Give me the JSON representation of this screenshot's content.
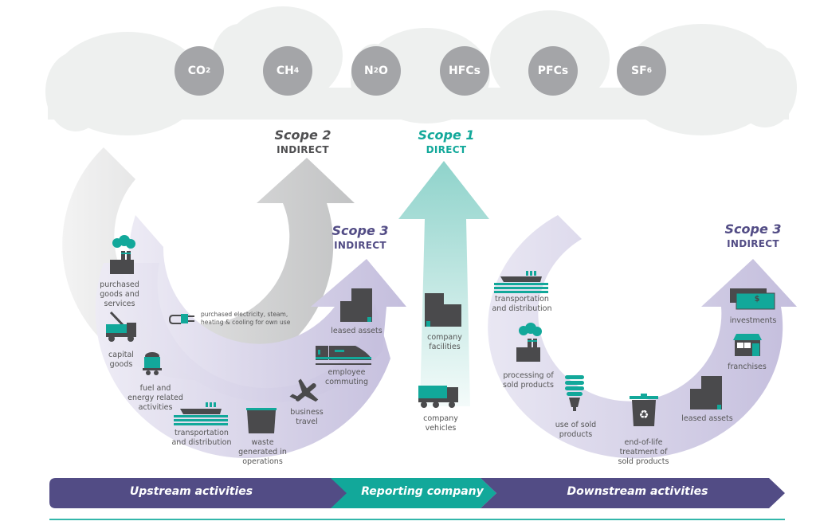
{
  "colors": {
    "cloud": "#eef0ef",
    "gas_circle": "#a4a5a8",
    "scope2_arrow": "#c8c9ca",
    "scope1_arrow": "#9fd8d2",
    "scope3_arrow": "#d4d0e6",
    "teal": "#12a89a",
    "purple": "#524c85",
    "icon_dark": "#4a4a4c",
    "label_text": "#555555"
  },
  "gases": [
    {
      "base": "CO",
      "sub": "2"
    },
    {
      "base": "CH",
      "sub": "4"
    },
    {
      "base": "N",
      "sub": "2",
      "tail": "O"
    },
    {
      "base": "HFCs",
      "sub": ""
    },
    {
      "base": "PFCs",
      "sub": ""
    },
    {
      "base": "SF",
      "sub": "6"
    }
  ],
  "scopes": {
    "scope2": {
      "title": "Scope 2",
      "subtitle": "INDIRECT"
    },
    "scope1": {
      "title": "Scope 1",
      "subtitle": "DIRECT"
    },
    "scope3_upstream": {
      "title": "Scope 3",
      "subtitle": "INDIRECT"
    },
    "scope3_downstream": {
      "title": "Scope 3",
      "subtitle": "INDIRECT"
    }
  },
  "scope2_items": [
    {
      "icon": "plug-icon",
      "label": "purchased electricity, steam,\nheating & cooling for own use"
    }
  ],
  "upstream_items": [
    {
      "icon": "factory-icon",
      "label": "purchased\ngoods and\nservices"
    },
    {
      "icon": "crane-truck-icon",
      "label": "capital\ngoods"
    },
    {
      "icon": "coal-cart-icon",
      "label": "fuel and\nenergy related\nactivities"
    },
    {
      "icon": "ship-icon",
      "label": "transportation\nand distribution"
    },
    {
      "icon": "dumpster-icon",
      "label": "waste\ngenerated in\noperations"
    },
    {
      "icon": "airplane-icon",
      "label": "business\ntravel"
    },
    {
      "icon": "train-icon",
      "label": "employee\ncommuting"
    },
    {
      "icon": "building-icon",
      "label": "leased assets"
    }
  ],
  "scope1_items": [
    {
      "icon": "building-icon",
      "label": "company\nfacilities"
    },
    {
      "icon": "truck-icon",
      "label": "company\nvehicles"
    }
  ],
  "downstream_items": [
    {
      "icon": "ship-icon",
      "label": "transportation\nand distribution"
    },
    {
      "icon": "factory-icon",
      "label": "processing of\nsold products"
    },
    {
      "icon": "lightbulb-icon",
      "label": "use of sold\nproducts"
    },
    {
      "icon": "recycle-bin-icon",
      "label": "end-of-life\ntreatment of\nsold products"
    },
    {
      "icon": "building-icon",
      "label": "leased assets"
    },
    {
      "icon": "storefront-icon",
      "label": "franchises"
    },
    {
      "icon": "money-icon",
      "label": "investments",
      "symbol": "$"
    }
  ],
  "bottom_bar": {
    "upstream": "Upstream activities",
    "reporting": "Reporting company",
    "downstream": "Downstream activities"
  }
}
